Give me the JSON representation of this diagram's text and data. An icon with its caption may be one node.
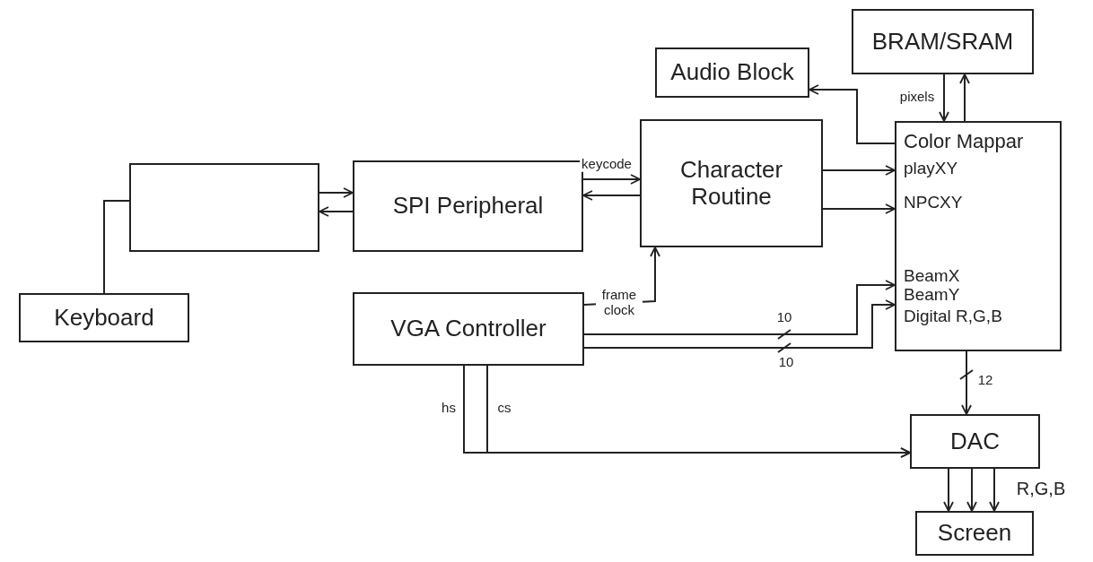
{
  "diagram": {
    "nodes": [
      {
        "text": [
          "BRAM/SRAM"
        ]
      },
      {
        "text": [
          "Audio Block"
        ]
      },
      {
        "text": [
          "Character Routine"
        ]
      },
      {
        "text": [],
        "shape": "box"
      },
      {
        "text": [
          "SPI Peripheral"
        ]
      },
      {
        "text": [
          "Color Mappar",
          "playXY",
          "NPCXY",
          "BeamX",
          "BeamY",
          "Digital R,G,B"
        ]
      },
      {
        "text": [
          "Keyboard"
        ]
      },
      {
        "text": [
          "VGA Controller"
        ]
      },
      {
        "text": [
          "DAC"
        ]
      },
      {
        "text": [
          "Screen"
        ]
      }
    ],
    "edges": [
      {
        "from": 5,
        "to": 0,
        "arrow": "to"
      },
      {
        "from": 0,
        "to": 5,
        "arrow": "to",
        "label": "pixels"
      },
      {
        "from": 5,
        "to": 1,
        "arrow": "to"
      },
      {
        "from": 6,
        "to": 3,
        "arrow": "none"
      },
      {
        "from": 3,
        "to": 4,
        "arrow": "to"
      },
      {
        "from": 4,
        "to": 3,
        "arrow": "to"
      },
      {
        "from": 4,
        "to": 2,
        "arrow": "to",
        "label": "keycode"
      },
      {
        "from": 2,
        "to": 4,
        "arrow": "to"
      },
      {
        "from": 2,
        "to": 5,
        "arrow": "to"
      },
      {
        "from": 2,
        "to": 5,
        "arrow": "to"
      },
      {
        "from": 7,
        "to": 2,
        "arrow": "to",
        "label": "frame clock"
      },
      {
        "from": 7,
        "to": 5,
        "arrow": "to",
        "label": "10"
      },
      {
        "from": 7,
        "to": 5,
        "arrow": "to",
        "label": "10"
      },
      {
        "from": 7,
        "to": 8,
        "arrow": "to",
        "label": "hs"
      },
      {
        "from": 7,
        "to": 8,
        "arrow": "to",
        "label": "cs"
      },
      {
        "from": 5,
        "to": 8,
        "arrow": "to",
        "label": "12"
      },
      {
        "from": 8,
        "to": 9,
        "arrow": "to"
      },
      {
        "from": 8,
        "to": 9,
        "arrow": "to"
      },
      {
        "from": 8,
        "to": 9,
        "arrow": "to",
        "label": "R,G,B"
      }
    ]
  }
}
